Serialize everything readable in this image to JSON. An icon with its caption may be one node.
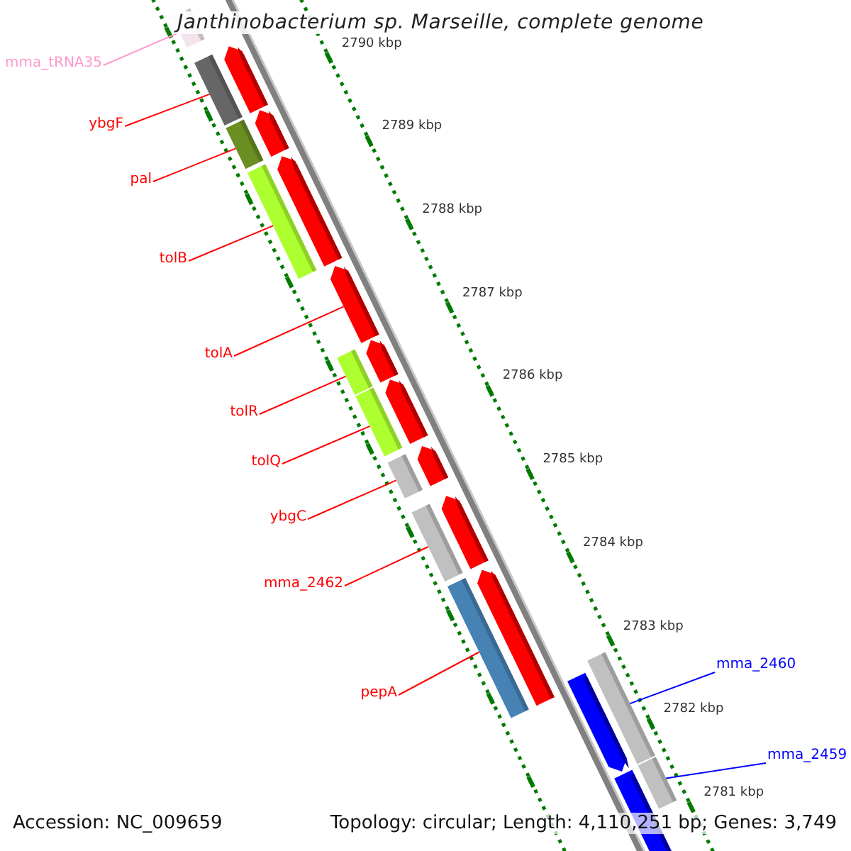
{
  "diagram": {
    "title": "Janthinobacterium sp. Marseille, complete genome",
    "nodes": [
      {
        "text": [
          "mma_tRNA35"
        ]
      },
      {
        "text": [],
        "shape": "box"
      },
      {
        "text": [
          "ybgF"
        ]
      },
      {
        "text": [],
        "shape": "box"
      },
      {
        "text": [
          "pal"
        ]
      },
      {
        "text": [],
        "shape": "box"
      },
      {
        "text": [
          "tolB"
        ]
      },
      {
        "text": [],
        "shape": "box"
      },
      {
        "text": [
          "tolA"
        ]
      },
      {
        "text": [],
        "shape": "arrow"
      },
      {
        "text": [
          "tolR"
        ]
      },
      {
        "text": [],
        "shape": "box"
      },
      {
        "text": [
          "tolQ"
        ]
      },
      {
        "text": [],
        "shape": "box"
      },
      {
        "text": [
          "ybgC"
        ]
      },
      {
        "text": [],
        "shape": "box"
      },
      {
        "text": [
          "mma_2462"
        ]
      },
      {
        "text": [],
        "shape": "box"
      },
      {
        "text": [
          "pepA"
        ]
      },
      {
        "text": [],
        "shape": "box"
      },
      {
        "text": [
          "mma_2460"
        ]
      },
      {
        "text": [],
        "shape": "box"
      },
      {
        "text": [
          "mma_2459"
        ]
      },
      {
        "text": [],
        "shape": "box"
      }
    ],
    "edges": [
      {
        "from": 0,
        "to": 1,
        "arrow": "none",
        "color": "#ff99cc"
      },
      {
        "from": 2,
        "to": 3,
        "arrow": "none"
      },
      {
        "from": 4,
        "to": 5,
        "arrow": "none"
      },
      {
        "from": 6,
        "to": 7,
        "arrow": "none"
      },
      {
        "from": 8,
        "to": 9,
        "arrow": "none"
      },
      {
        "from": 10,
        "to": 11,
        "arrow": "none"
      },
      {
        "from": 12,
        "to": 13,
        "arrow": "none"
      },
      {
        "from": 14,
        "to": 15,
        "arrow": "none"
      },
      {
        "from": 16,
        "to": 17,
        "arrow": "none"
      },
      {
        "from": 18,
        "to": 19,
        "arrow": "none"
      },
      {
        "from": 20,
        "to": 21,
        "arrow": "none",
        "color": "#0000ff"
      },
      {
        "from": 22,
        "to": 23,
        "arrow": "none",
        "color": "#0000ff"
      }
    ],
    "labels": [
      "2790 kbp",
      "2789 kbp",
      "2788 kbp",
      "2787 kbp",
      "2786 kbp",
      "2785 kbp",
      "2784 kbp",
      "2783 kbp",
      "2782 kbp",
      "2781 kbp",
      "Accession: NC_009659",
      "Topology: circular; Length: 4,110,251 bp; Genes: 3,749"
    ]
  }
}
